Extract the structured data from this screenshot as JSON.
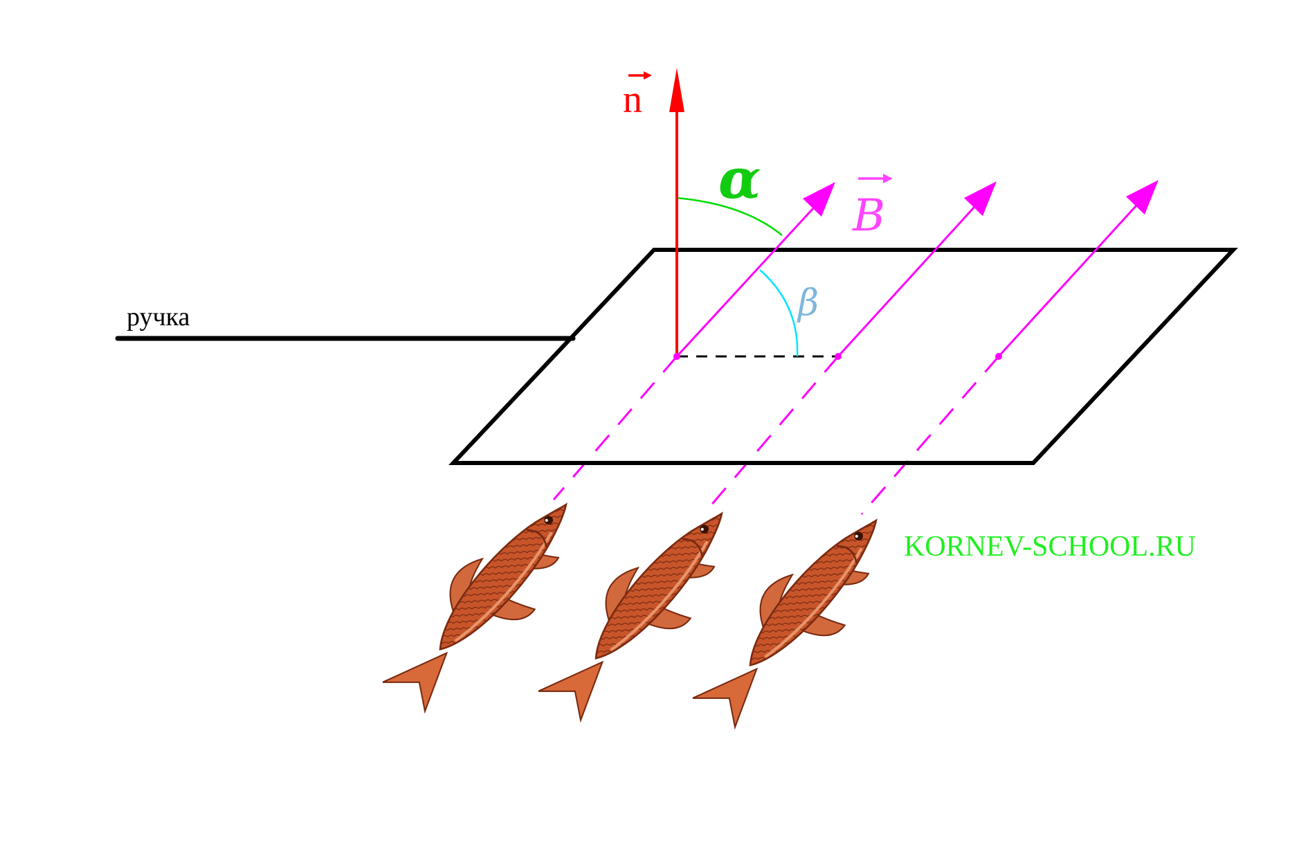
{
  "labels": {
    "normal_vector": "n",
    "field_vector": "B",
    "angle_alpha": "α",
    "angle_beta": "β",
    "handle": "ручка",
    "watermark": "KORNEV-SCHOOL.RU"
  },
  "colors": {
    "normal": "#ff0000",
    "field": "#ff00ff",
    "alpha_arc": "#00dd00",
    "beta_arc": "#00e5ff",
    "beta_text": "#7fb6dc",
    "frame": "#000000",
    "watermark": "#22ee22",
    "fish_body": "#c8552a",
    "fish_dark": "#7a2a10",
    "fish_light": "#e8946a"
  }
}
